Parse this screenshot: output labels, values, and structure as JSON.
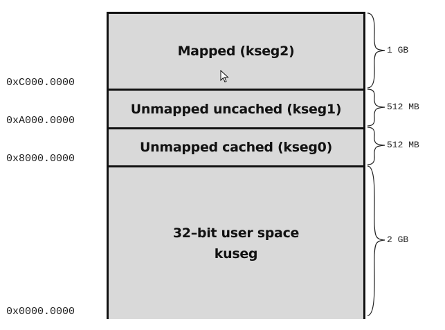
{
  "segments": {
    "kseg2": "Mapped (kseg2)",
    "kseg1": "Unmapped uncached (kseg1)",
    "kseg0": "Unmapped cached (kseg0)",
    "kuseg_line1": "32–bit user space",
    "kuseg_line2": "kuseg"
  },
  "addresses": {
    "c000": "0xC000.0000",
    "a000": "0xA000.0000",
    "8000": "0x8000.0000",
    "0000": "0x0000.0000"
  },
  "sizes": {
    "kseg2": "1 GB",
    "kseg1": "512 MB",
    "kseg0": "512 MB",
    "kuseg": "2 GB"
  },
  "icons": {
    "cursor": "arrow-cursor-icon"
  }
}
